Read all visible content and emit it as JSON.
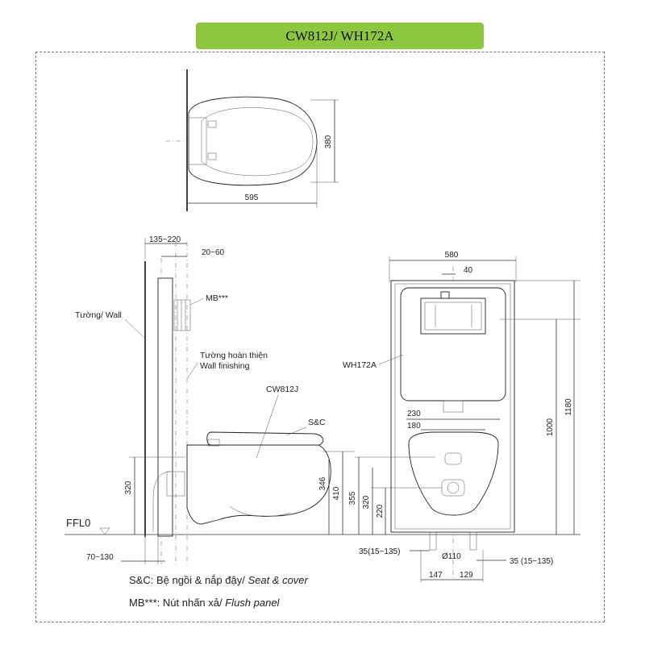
{
  "title": "CW812J/ WH172A",
  "top_view": {
    "width": "595",
    "depth": "380"
  },
  "side_view": {
    "dim_135_220": "135~220",
    "dim_20_60": "20~60",
    "mb": "MB***",
    "wall": "Tường/ Wall",
    "wall_finishing_vi": "Tường hoàn thiện",
    "wall_finishing_en": "Wall finishing",
    "model": "CW812J",
    "sc": "S&C",
    "ffl": "FFL0",
    "dim_320": "320",
    "dim_346": "346",
    "dim_410": "410",
    "dim_70_130": "70~130"
  },
  "front_view": {
    "dim_580": "580",
    "dim_40": "40",
    "frame": "WH172A",
    "dim_230": "230",
    "dim_180": "180",
    "dim_1000": "1000",
    "dim_1180": "1180",
    "dim_355": "355",
    "dim_320": "320",
    "dim_220": "220",
    "dim_35_left": "35(15~135)",
    "dim_110": "Ø110",
    "dim_35_right": "35 (15~135)",
    "dim_147": "147",
    "dim_129": "129"
  },
  "legend": {
    "sc_vi": "S&C: Bệ ngồi & nắp đậy/ ",
    "sc_en": "Seat & cover",
    "mb_vi": "MB***: Nút nhấn xả/ ",
    "mb_en": "Flush panel"
  }
}
